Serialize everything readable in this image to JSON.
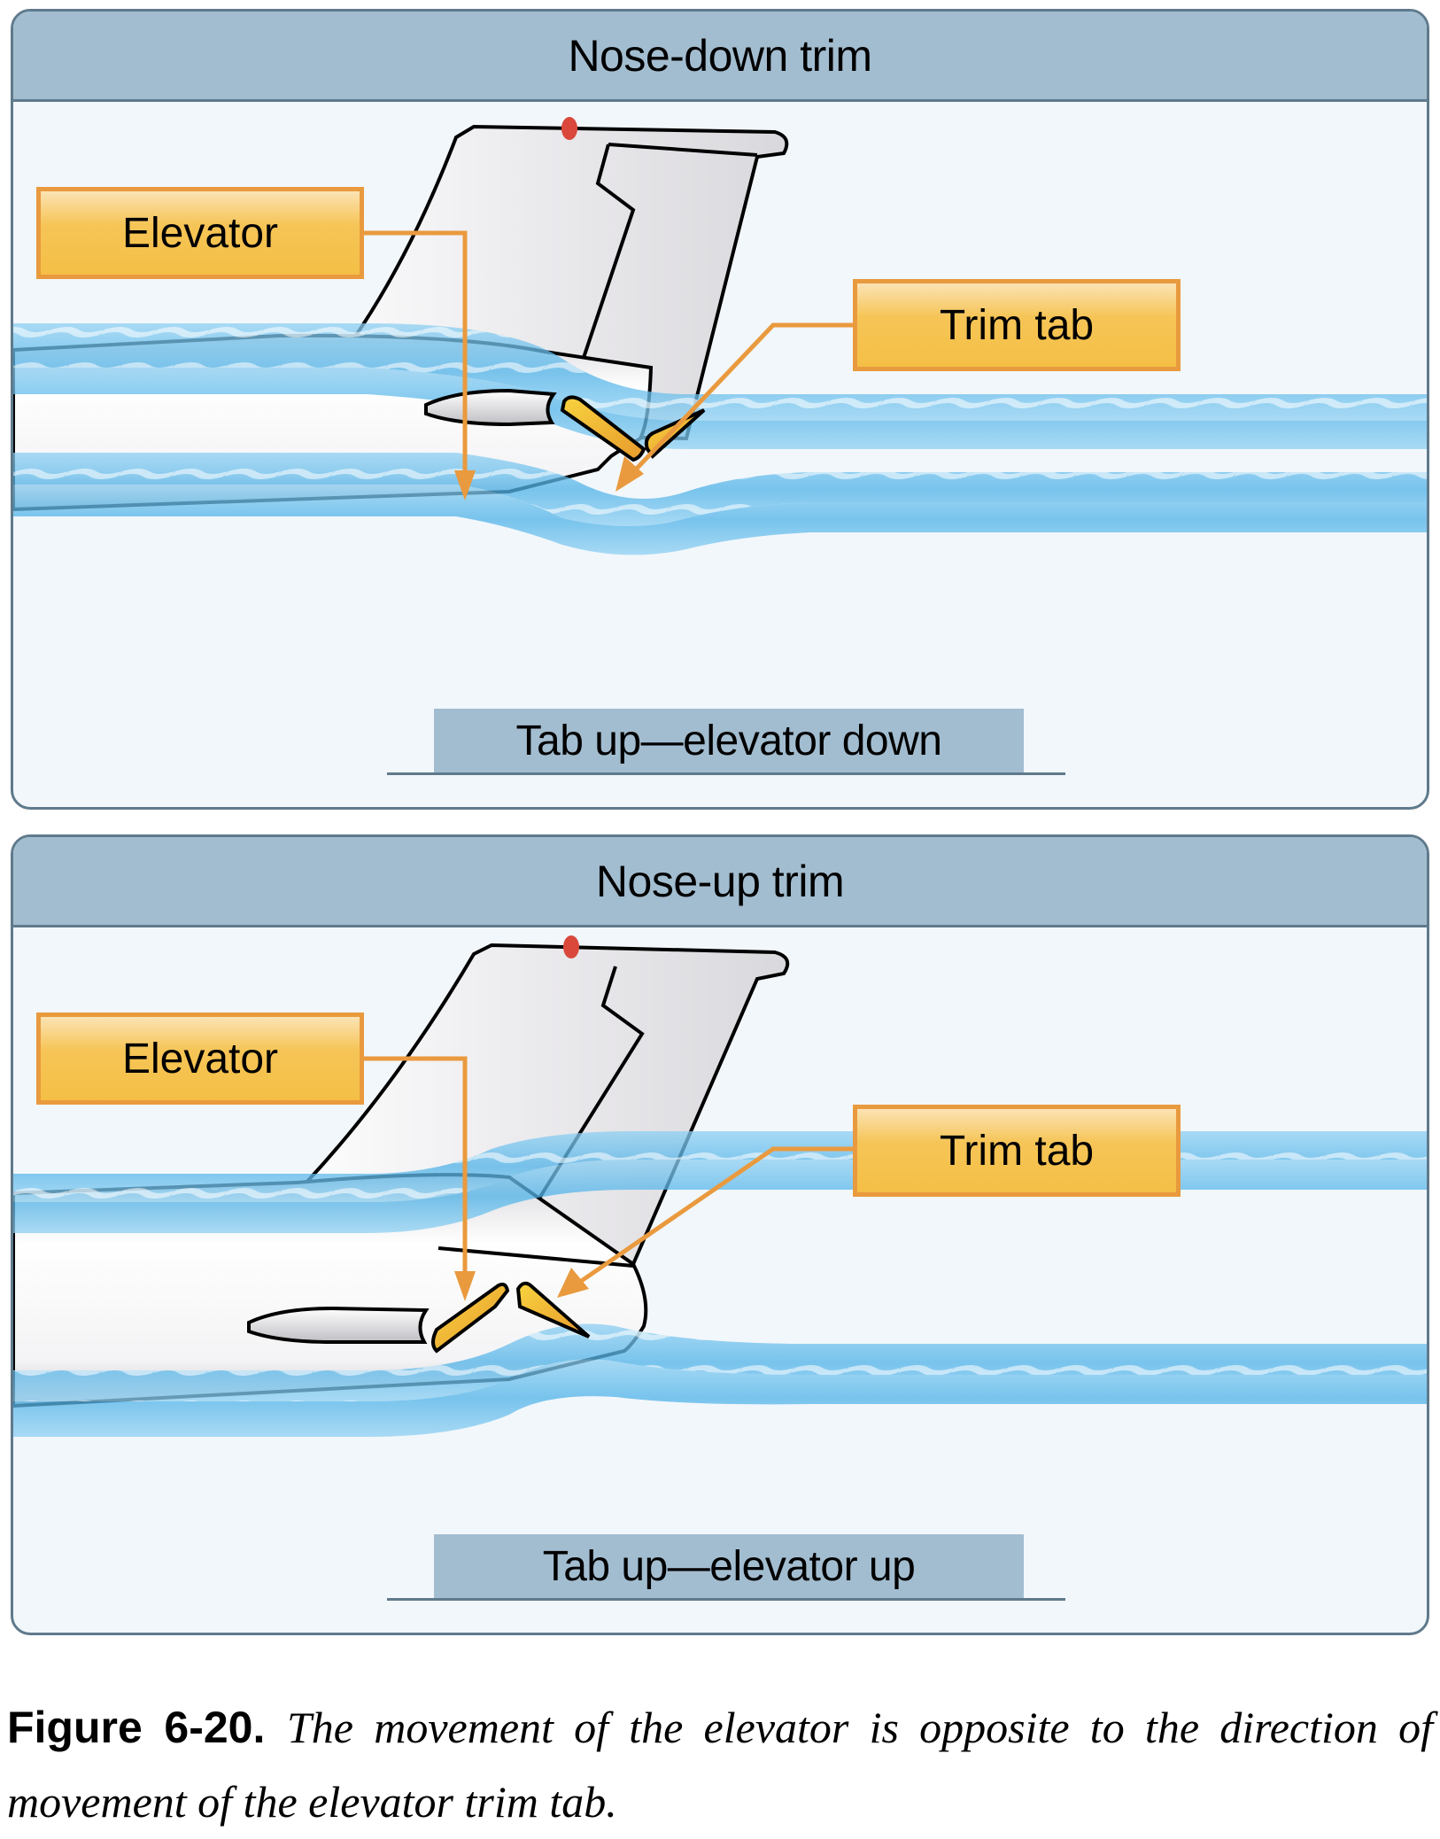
{
  "panels": [
    {
      "title": "Nose-down trim",
      "labels": {
        "elevator": "Elevator",
        "trim_tab": "Trim tab"
      },
      "caption": "Tab up—elevator down",
      "elevator_deflection": "down",
      "tab_deflection": "up"
    },
    {
      "title": "Nose-up trim",
      "labels": {
        "elevator": "Elevator",
        "trim_tab": "Trim tab"
      },
      "caption": "Tab up—elevator up",
      "elevator_deflection": "up",
      "tab_deflection": "up"
    }
  ],
  "figure_caption": {
    "number": "Figure 6-20.",
    "text": "The movement of the elevator is opposite to the direction of movement of the elevator trim tab."
  },
  "colors": {
    "header_fill": "#a3bdd0",
    "panel_border": "#5f7a8c",
    "panel_background": "#f2f7fb",
    "label_border": "#e99a3e",
    "label_fill": "#f4bf45",
    "leader_line": "#e99a3e",
    "airflow": "#5bb6e8",
    "control_surface": "#f3b23a",
    "beacon": "#d9483b"
  }
}
